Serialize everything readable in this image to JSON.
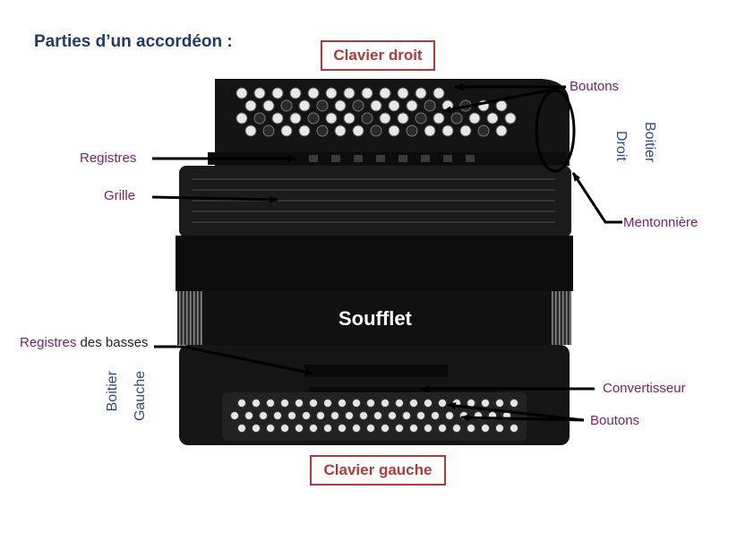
{
  "title": "Parties d’un accordéon :",
  "labels": {
    "clavier_droit": "Clavier droit",
    "clavier_gauche": "Clavier gauche",
    "boutons_haut": "Boutons",
    "boutons_bas": "Boutons",
    "registres": "Registres",
    "grille": "Grille",
    "mentonniere": "Mentonnière",
    "soufflet": "Soufflet",
    "registres_basses_1": "Registres",
    "registres_basses_2": "des basses",
    "convertisseur": "Convertisseur",
    "boitier_droit_1": "Boitier",
    "boitier_droit_2": "Droit",
    "boitier_gauche_1": "Boitier",
    "boitier_gauche_2": "Gauche"
  },
  "colors": {
    "title": "#1f3a6b",
    "box_border": "#b23a3a",
    "label": "#7a1f6b",
    "blue_label": "#2b4a8a",
    "accordion_body": "#141414"
  }
}
